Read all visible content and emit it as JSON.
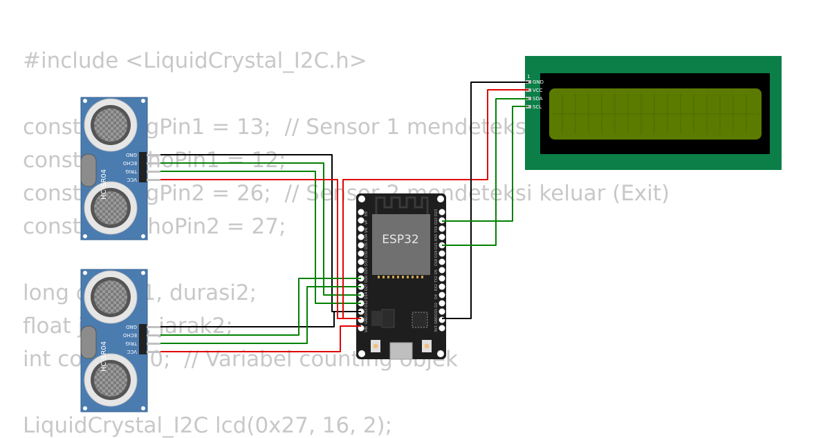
{
  "code_lines": [
    "#include <LiquidCrystal_I2C.h>",
    "const int trigPin1 = 13;  // Sensor 1 mendeteksi masuk (Entry)",
    "const int echoPin1 = 12;",
    "const int trigPin2 = 26;  // Sensor 2 mendeteksi keluar (Exit)",
    "const int echoPin2 = 27;",
    "long durasi1, durasi2;",
    "float jarak1, jarak2;",
    "int count = 0;  // Variabel counting objek",
    "LiquidCrystal_I2C lcd(0x27, 16, 2);"
  ],
  "sensors": [
    {
      "model": "HC-SR04",
      "pins": [
        "GND",
        "ECHO",
        "TRIG",
        "VCC"
      ]
    },
    {
      "model": "HC-SR04",
      "pins": [
        "GND",
        "ECHO",
        "TRIG",
        "VCC"
      ]
    }
  ],
  "mcu": {
    "label": "ESP32",
    "left_pins": [
      "EN",
      "VP",
      "VN",
      "D34",
      "D35",
      "D32",
      "D33",
      "D25",
      "D26",
      "D27",
      "D14",
      "D12",
      "D13",
      "GND",
      "VIN"
    ],
    "right_pins": [
      "D23",
      "D22",
      "TX0",
      "RX0",
      "D21",
      "D19",
      "D18",
      "D5",
      "TX2",
      "RX2",
      "D4",
      "D2",
      "D15",
      "GND",
      "3V3"
    ]
  },
  "lcd": {
    "pin_one_label": "1",
    "pins": [
      "GND",
      "VCC",
      "SDA",
      "SCL"
    ]
  },
  "colors": {
    "code_text": "#c8c8c8",
    "sensor_board": "#4b7cb0",
    "lcd_board": "#0b7f47",
    "lcd_screen": "#5b7a00",
    "esp_board": "#1e1e1e",
    "wire_gnd": "#000000",
    "wire_vcc": "#e00000",
    "wire_signal": "#008000"
  }
}
